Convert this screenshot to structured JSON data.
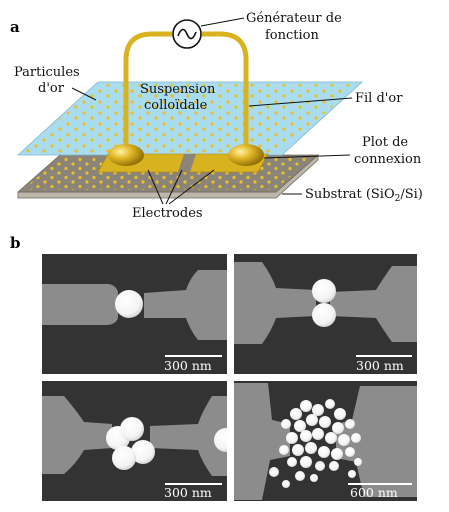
{
  "panel_a": {
    "letter": "a",
    "generator_line1": "Générateur de",
    "generator_line2": "fonction",
    "particles_line1": "Particules",
    "particles_line2": "d'or",
    "suspension_line1": "Suspension",
    "suspension_line2": "colloïdale",
    "wire": "Fil d'or",
    "pad_line1": "Plot de",
    "pad_line2": "connexion",
    "substrate_pre": "Substrat (SiO",
    "substrate_sub": "2",
    "substrate_post": "/Si)",
    "electrodes": "Electrodes"
  },
  "panel_b": {
    "letter": "b",
    "scale_labels": [
      "300 nm",
      "300 nm",
      "300 nm",
      "600 nm"
    ]
  },
  "colors": {
    "liquid": "#a9dcef",
    "substrate": "#8b8478",
    "gold": "#d9b21f",
    "sem_background": "#333333",
    "sem_electrode": "#8c8c8c"
  }
}
